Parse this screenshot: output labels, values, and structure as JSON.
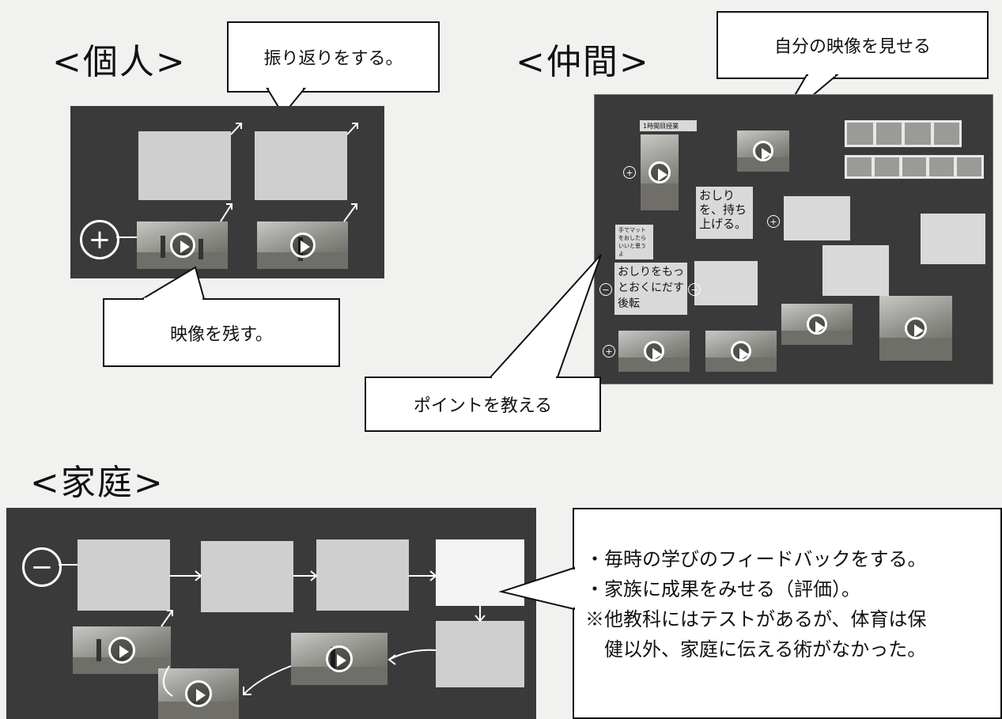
{
  "headings": {
    "individual": "<個人>",
    "peers": "<仲間>",
    "home": "<家庭>"
  },
  "individual": {
    "callout_reflect": "振り返りをする。",
    "callout_save": "映像を残す。",
    "add_icon": "+"
  },
  "peers": {
    "callout_show": "自分の映像を見せる",
    "callout_teach": "ポイントを教える",
    "board": {
      "lesson_label": "1時間目授業",
      "note_hands": "手でマットをおしたらいいと思うよ",
      "note_hip_raise": "おしりを、持ち上げる。",
      "note_hip_back": "おしりをもっとおくにだす後転",
      "add_icon": "+",
      "remove_icon": "−"
    }
  },
  "home": {
    "remove_icon": "−",
    "feedback_lines": [
      "・毎時の学びのフィードバックをする。",
      "・家族に成果をみせる（評価）。",
      "※他教科にはテストがあるが、体育は保",
      "　健以外、家庭に伝える術がなかった。"
    ]
  },
  "colors": {
    "board": "#3a3a3a",
    "card": "#cfcfcf",
    "page": "#f1f1ef"
  },
  "icons": [
    "play-icon",
    "plus-circle-icon",
    "minus-circle-icon",
    "arrow-icon"
  ]
}
